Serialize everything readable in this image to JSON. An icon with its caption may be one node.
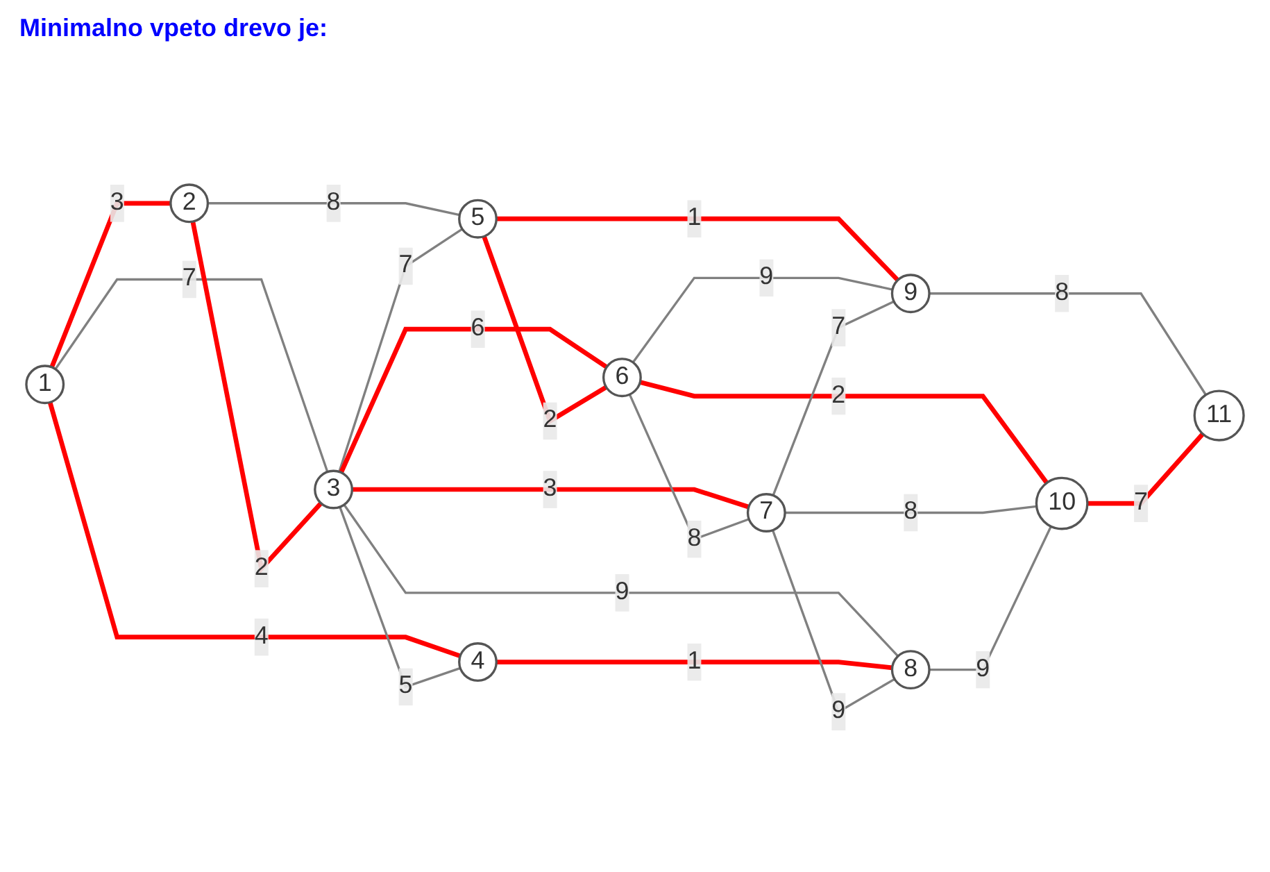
{
  "diagram": {
    "title": "Minimalno vpeto drevo je:",
    "nodes": [
      {
        "text": [
          "1"
        ]
      },
      {
        "text": [
          "2"
        ]
      },
      {
        "text": [
          "3"
        ]
      },
      {
        "text": [
          "4"
        ]
      },
      {
        "text": [
          "5"
        ]
      },
      {
        "text": [
          "6"
        ]
      },
      {
        "text": [
          "7"
        ]
      },
      {
        "text": [
          "8"
        ]
      },
      {
        "text": [
          "9"
        ]
      },
      {
        "text": [
          "10"
        ]
      },
      {
        "text": [
          "11"
        ]
      }
    ],
    "edges": [
      {
        "from": 0,
        "to": 1,
        "arrow": "none",
        "label": "3",
        "style": "thick",
        "color": "#ff0000"
      },
      {
        "from": 0,
        "to": 2,
        "arrow": "none",
        "label": "7"
      },
      {
        "from": 0,
        "to": 3,
        "arrow": "none",
        "label": "4",
        "style": "thick",
        "color": "#ff0000"
      },
      {
        "from": 1,
        "to": 4,
        "arrow": "none",
        "label": "8"
      },
      {
        "from": 1,
        "to": 2,
        "arrow": "none",
        "label": "2",
        "style": "thick",
        "color": "#ff0000"
      },
      {
        "from": 2,
        "to": 4,
        "arrow": "none",
        "label": "7"
      },
      {
        "from": 2,
        "to": 5,
        "arrow": "none",
        "label": "6",
        "style": "thick",
        "color": "#ff0000"
      },
      {
        "from": 2,
        "to": 6,
        "arrow": "none",
        "label": "3",
        "style": "thick",
        "color": "#ff0000"
      },
      {
        "from": 2,
        "to": 3,
        "arrow": "none",
        "label": "5"
      },
      {
        "from": 2,
        "to": 7,
        "arrow": "none",
        "label": "9"
      },
      {
        "from": 3,
        "to": 7,
        "arrow": "none",
        "label": "1",
        "style": "thick",
        "color": "#ff0000"
      },
      {
        "from": 4,
        "to": 5,
        "arrow": "none",
        "label": "2",
        "style": "thick",
        "color": "#ff0000"
      },
      {
        "from": 4,
        "to": 8,
        "arrow": "none",
        "label": "1",
        "style": "thick",
        "color": "#ff0000"
      },
      {
        "from": 5,
        "to": 8,
        "arrow": "none",
        "label": "9"
      },
      {
        "from": 5,
        "to": 6,
        "arrow": "none",
        "label": "8"
      },
      {
        "from": 5,
        "to": 9,
        "arrow": "none",
        "label": "2",
        "style": "thick",
        "color": "#ff0000"
      },
      {
        "from": 6,
        "to": 8,
        "arrow": "none",
        "label": "7"
      },
      {
        "from": 6,
        "to": 9,
        "arrow": "none",
        "label": "8"
      },
      {
        "from": 6,
        "to": 7,
        "arrow": "none",
        "label": "9"
      },
      {
        "from": 7,
        "to": 9,
        "arrow": "none",
        "label": "9"
      },
      {
        "from": 8,
        "to": 10,
        "arrow": "none",
        "label": "8"
      },
      {
        "from": 9,
        "to": 10,
        "arrow": "none",
        "label": "7",
        "style": "thick",
        "color": "#ff0000"
      }
    ]
  }
}
